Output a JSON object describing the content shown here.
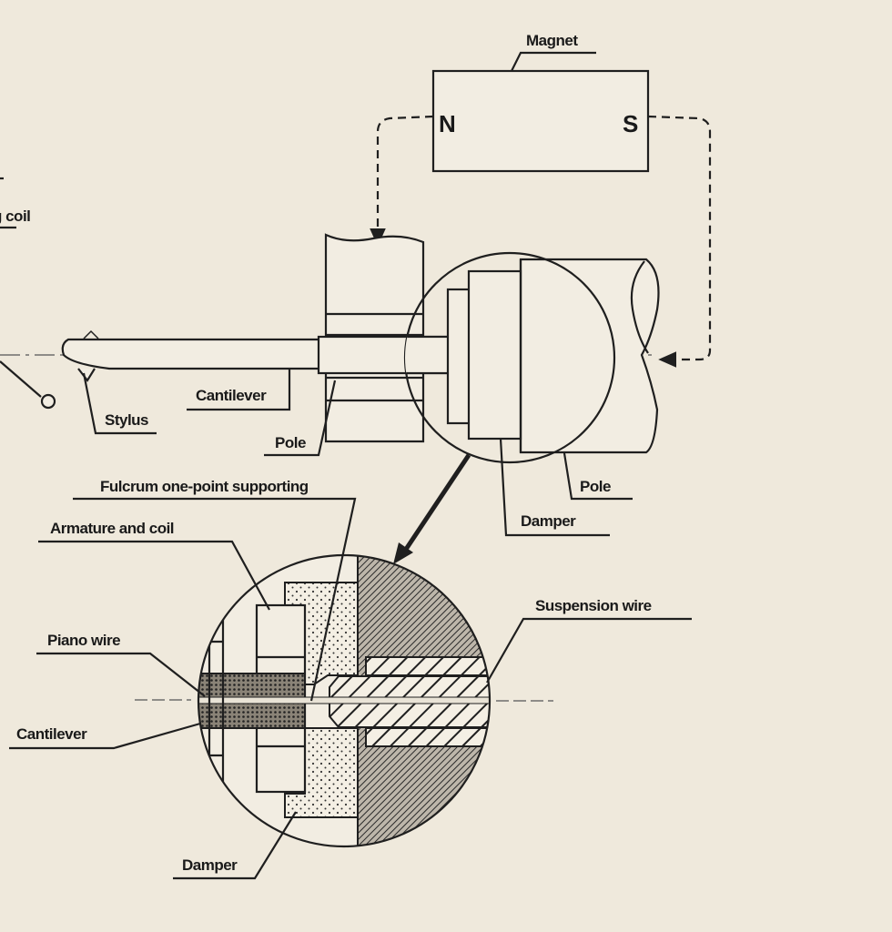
{
  "labels": {
    "magnet": "Magnet",
    "north": "N",
    "south": "S",
    "partial_coil": "g coil",
    "cantilever_top": "Cantilever",
    "stylus": "Stylus",
    "pole_left": "Pole",
    "pole_right": "Pole",
    "damper_top": "Damper",
    "fulcrum": "Fulcrum one-point supporting",
    "armature": "Armature and coil",
    "piano_wire": "Piano wire",
    "cantilever_bottom": "Cantilever",
    "suspension_wire": "Suspension wire",
    "damper_bottom": "Damper"
  },
  "colors": {
    "background": "#efe9dc",
    "ink": "#1f1f1f"
  }
}
